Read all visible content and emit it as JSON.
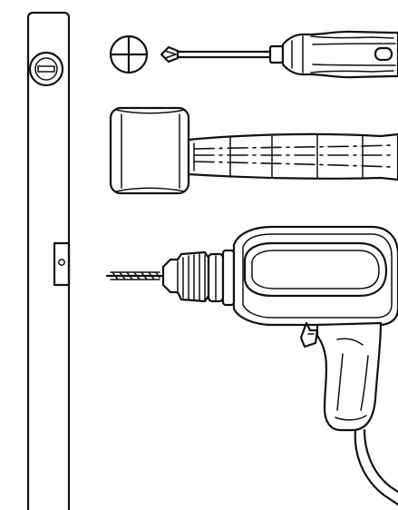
{
  "scene": {
    "style": "black line-art illustration on white background",
    "colors": {
      "ink": "#111111",
      "background": "#ffffff"
    },
    "tools": [
      {
        "name": "spirit-level",
        "icon": "spirit-level-icon"
      },
      {
        "name": "phillips-screwdriver",
        "icon": "screwdriver-icon"
      },
      {
        "name": "mallet",
        "icon": "mallet-icon"
      },
      {
        "name": "electric-drill",
        "icon": "drill-icon"
      }
    ]
  }
}
